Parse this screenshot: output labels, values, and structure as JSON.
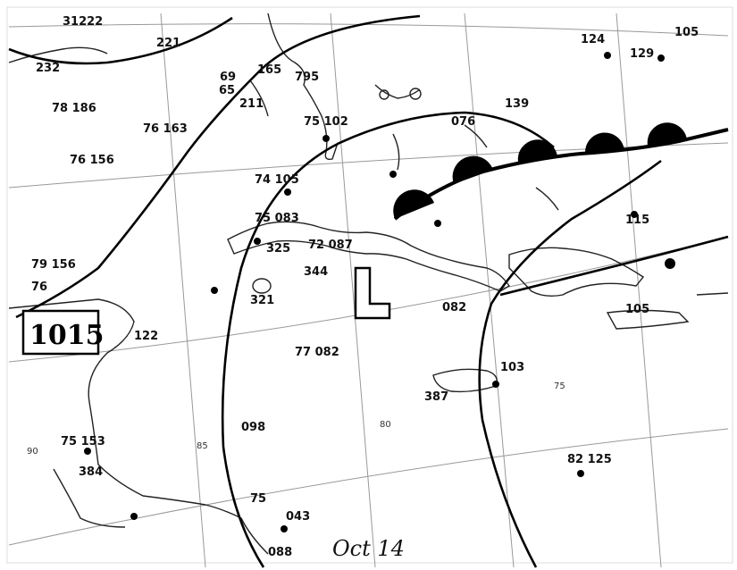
{
  "map": {
    "caption": "Oct 14",
    "isobar_label": "1015",
    "low_symbol": "L",
    "front_type": "warm",
    "grid_labels": [
      "90",
      "85",
      "80",
      "75"
    ],
    "station_reports": [
      "31222",
      "221",
      "232",
      "78 186",
      "69",
      "165",
      "65",
      "211",
      "795",
      "75 102",
      "76 163",
      "76 156",
      "74 105",
      "75 083",
      "325",
      "72 087",
      "344",
      "321",
      "79 156",
      "76",
      "1015",
      "122",
      "082",
      "77 082",
      "098",
      "75 153",
      "384",
      "75",
      "043",
      "088",
      "387",
      "103",
      "82 125",
      "115",
      "105",
      "076",
      "139",
      "124",
      "105",
      "129"
    ]
  }
}
